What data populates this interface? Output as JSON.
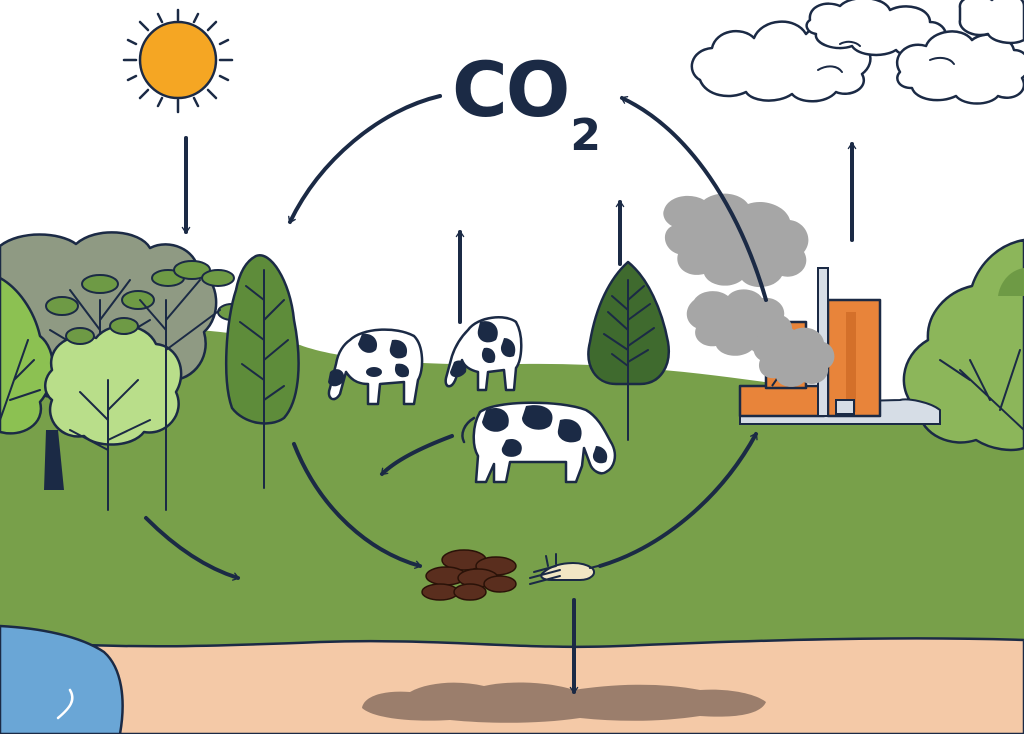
{
  "diagram": {
    "label_main": "CO",
    "label_subscript": "2",
    "colors": {
      "sky": "#ffffff",
      "grass": "#78a04a",
      "soil": "#f4c9a7",
      "water": "#6aa6d6",
      "sun": "#f5a623",
      "outline": "#1b2a45",
      "smoke": "#a6a6a6",
      "factory": "#e8843a",
      "oil": "#9b7e6c",
      "dung": "#5a2e1e"
    },
    "elements": [
      "sun-icon",
      "cloud-icon",
      "tree-icon",
      "cow-icon",
      "factory-icon",
      "smoke-icon",
      "dung-icon",
      "dead-bird-icon",
      "fossil-fuel-deposit",
      "water-body"
    ]
  }
}
